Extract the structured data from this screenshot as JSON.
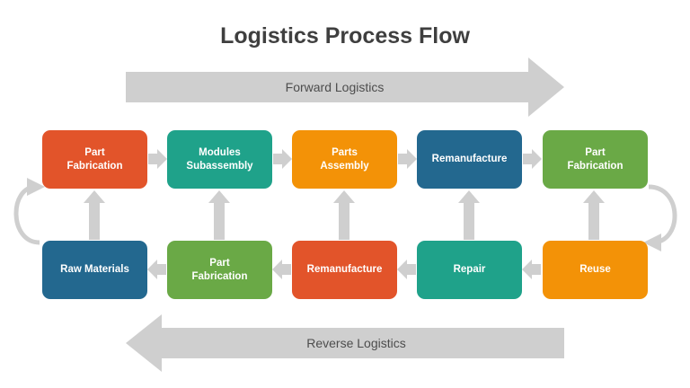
{
  "title": "Logistics Process Flow",
  "forward": {
    "label": "Forward Logistics"
  },
  "reverse": {
    "label": "Reverse Logistics"
  },
  "top_row": [
    {
      "label": "Part\nFabrication",
      "color": "#e2542a"
    },
    {
      "label": "Modules\nSubassembly",
      "color": "#1fa28a"
    },
    {
      "label": "Parts\nAssembly",
      "color": "#f39207"
    },
    {
      "label": "Remanufacture",
      "color": "#23688f"
    },
    {
      "label": "Part\nFabrication",
      "color": "#6aa946"
    }
  ],
  "bottom_row": [
    {
      "label": "Raw Materials",
      "color": "#23688f"
    },
    {
      "label": "Part\nFabrication",
      "color": "#6aa946"
    },
    {
      "label": "Remanufacture",
      "color": "#e2542a"
    },
    {
      "label": "Repair",
      "color": "#1fa28a"
    },
    {
      "label": "Reuse",
      "color": "#f39207"
    }
  ],
  "arrow_color": "#cfcfcf"
}
